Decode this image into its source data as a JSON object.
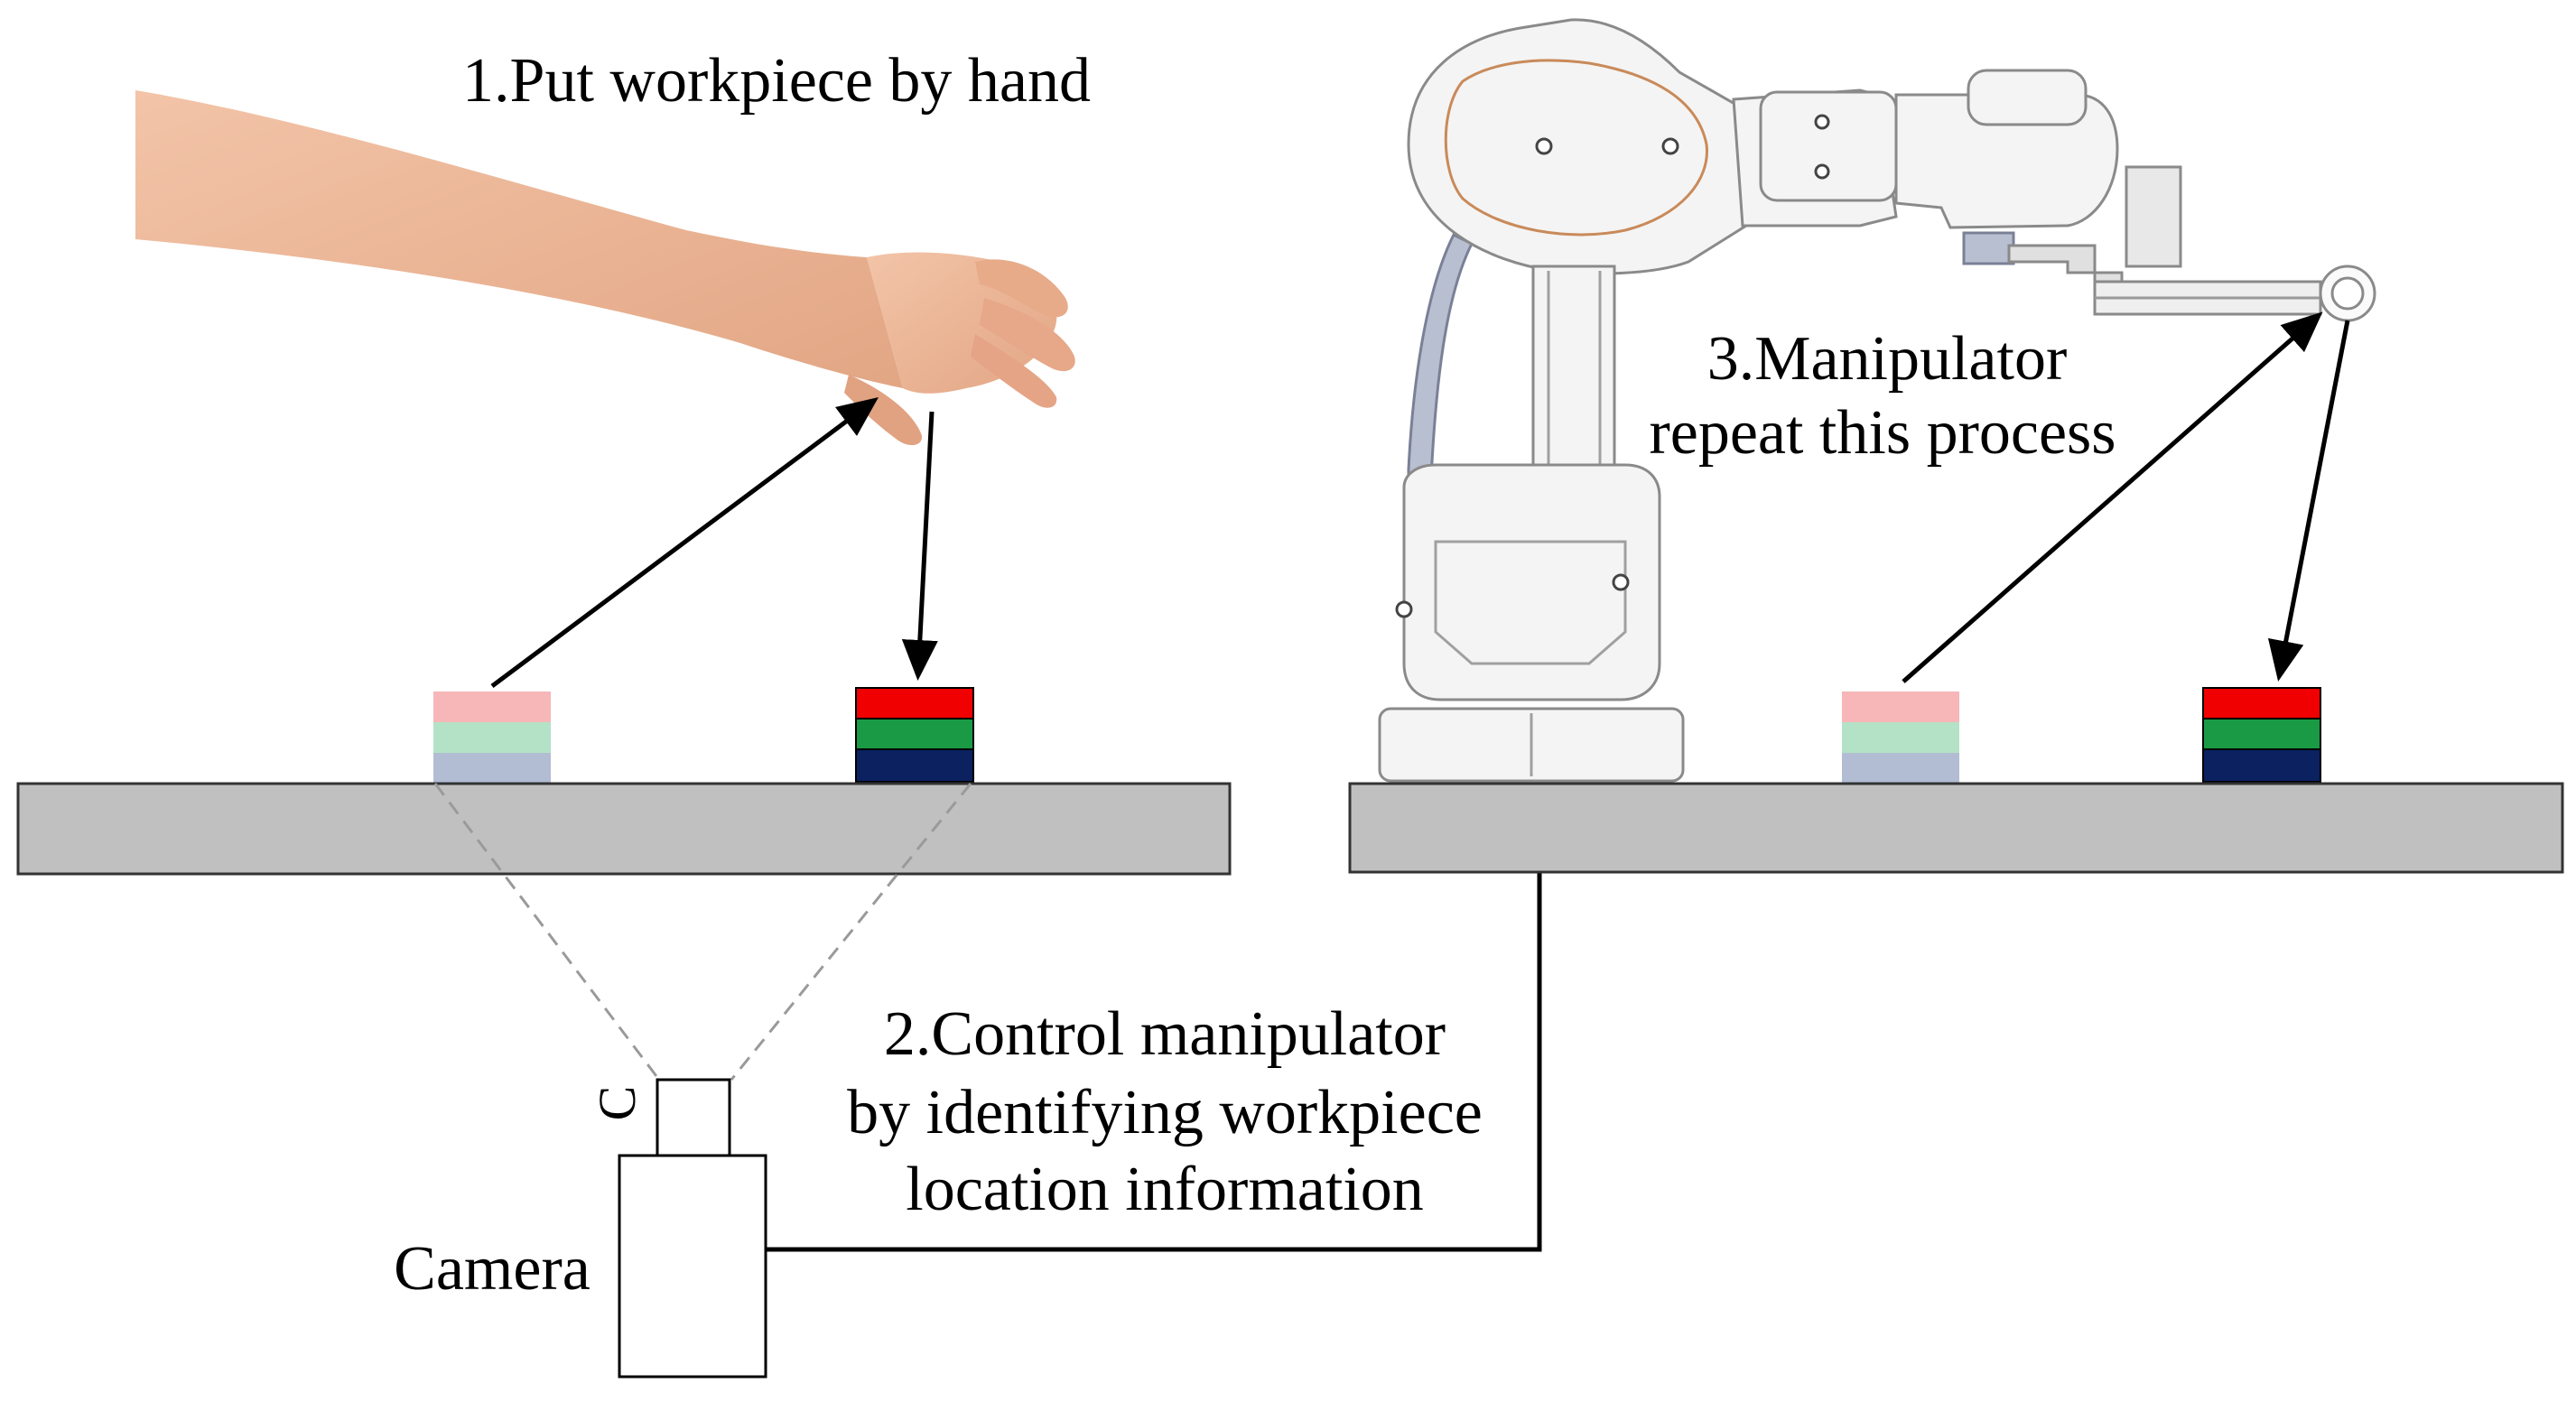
{
  "steps": {
    "step1": "1.Put workpiece by hand",
    "step2_line1": "2.Control manipulator",
    "step2_line2": "by identifying workpiece",
    "step2_line3": "location information",
    "step3_line1": "3.Manipulator",
    "step3_line2": "repeat this process"
  },
  "camera": {
    "label": "Camera",
    "lens_mark": "C"
  },
  "colors": {
    "table": "#c0c0c0",
    "block_red": "#f00000",
    "block_green": "#1a9a44",
    "block_navy": "#0b2160",
    "block_pink_faded": "#f7b6b8",
    "block_green_faded": "#b4e2c6",
    "block_blue_faded": "#b2bdd3",
    "skin": "#eeb79a",
    "robot_body": "#f4f4f4",
    "robot_outline": "#8a8a8a",
    "robot_accent": "#c98a5a",
    "robot_cable": "#b8bfd0"
  }
}
